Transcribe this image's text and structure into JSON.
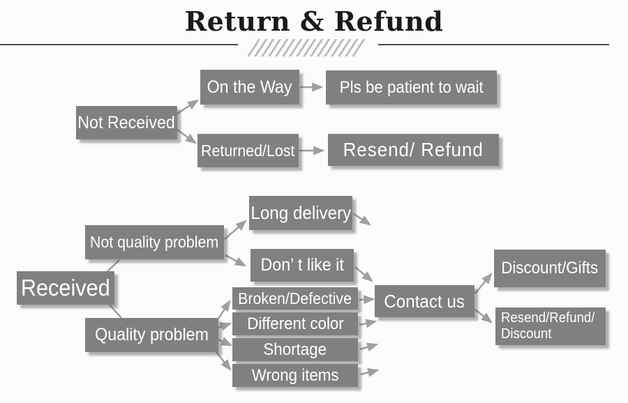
{
  "title": "Return & Refund",
  "colors": {
    "box_fill": "#808080",
    "box_text": "#ffffff",
    "arrow": "#9f9f9f",
    "title_text": "#1a1a1a",
    "header_rule": "#4a4a4a",
    "hatch": "#bcbcbc",
    "background": "#fcfcfc"
  },
  "nodes": {
    "not_received": "Not Received",
    "on_the_way": "On the Way",
    "pls_wait": "Pls be patient to wait",
    "returned_lost": "Returned/Lost",
    "resend_refund": "Resend/ Refund",
    "received": "Received",
    "not_quality": "Not quality problem",
    "long_delivery": "Long delivery",
    "dont_like": "Don’ t like it",
    "quality": "Quality problem",
    "broken": "Broken/Defective",
    "different_color": "Different color",
    "shortage": "Shortage",
    "wrong_items": "Wrong items",
    "contact_us": "Contact us",
    "discount_gifts": "Discount/Gifts",
    "resend_refund_discount_1": "Resend/Refund/",
    "resend_refund_discount_2": "Discount"
  }
}
